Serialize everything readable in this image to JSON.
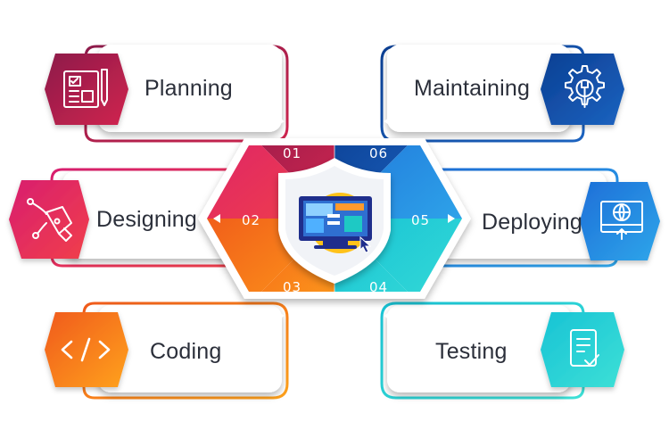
{
  "steps": [
    {
      "number": "01",
      "label": "Planning",
      "icon": "blueprint-icon",
      "color": "#9d1a4e"
    },
    {
      "number": "02",
      "label": "Designing",
      "icon": "pen-tool-icon",
      "color": "#e0215a"
    },
    {
      "number": "03",
      "label": "Coding",
      "icon": "code-icon",
      "color": "#f57b16"
    },
    {
      "number": "04",
      "label": "Testing",
      "icon": "checklist-icon",
      "color": "#1cc4d6"
    },
    {
      "number": "05",
      "label": "Deploying",
      "icon": "deploy-monitor-icon",
      "color": "#2a84df"
    },
    {
      "number": "06",
      "label": "Maintaining",
      "icon": "gear-wrench-icon",
      "color": "#0f4fa6"
    }
  ],
  "center": {
    "icon": "computer-screen-icon"
  }
}
